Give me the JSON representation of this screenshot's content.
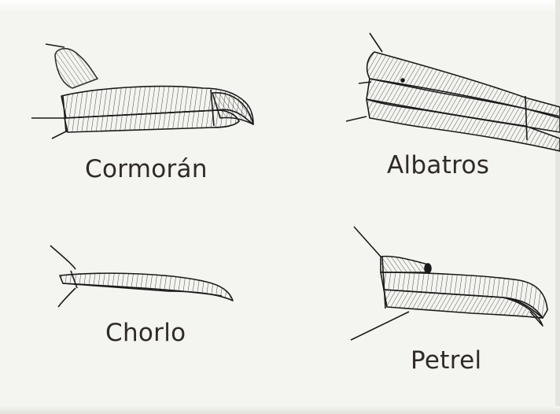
{
  "labels": {
    "cormoran": "Cormorán",
    "albatros": "Albatros",
    "chorlo": "Chorlo",
    "petrel": "Petrel"
  },
  "colors": {
    "ink": "#1a1a1a",
    "paper": "#f4f4f0",
    "label_text": "#2f2a26"
  }
}
